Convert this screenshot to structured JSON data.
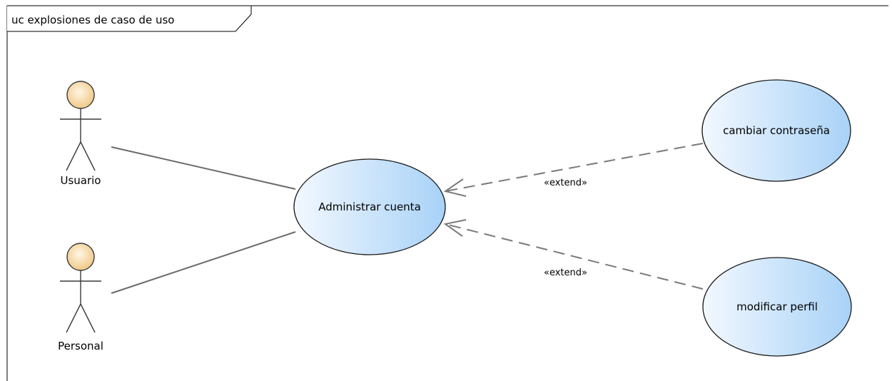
{
  "frame": {
    "title": "uc explosiones de caso de uso"
  },
  "actors": [
    {
      "name": "Usuario"
    },
    {
      "name": "Personal"
    }
  ],
  "use_cases": {
    "main": "Administrar cuenta",
    "change_password": "cambiar contraseña",
    "edit_profile": "modificar perfil"
  },
  "relations": {
    "extend_1": "«extend»",
    "extend_2": "«extend»"
  },
  "colors": {
    "use_case_fill_light": "#f2f8ff",
    "use_case_fill_dark": "#a8d2f7",
    "actor_head_light": "#fff6e4",
    "actor_head_dark": "#f0c888",
    "line": "#6b6b6b"
  }
}
